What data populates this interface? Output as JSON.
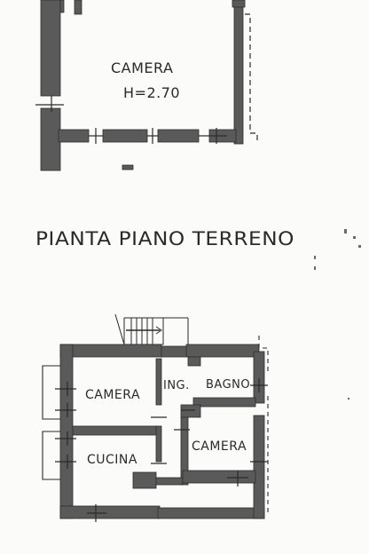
{
  "upper_plan": {
    "room_name": "CAMERA",
    "ceiling_height": "H=2.70"
  },
  "title": "PIANTA PIANO TERRENO",
  "lower_plan": {
    "rooms": {
      "camera_left": "CAMERA",
      "ingresso": "ING.",
      "bagno": "BAGNO",
      "cucina": "CUCINA",
      "camera_right": "CAMERA"
    }
  },
  "colors": {
    "wall": "#5a5a5a",
    "ink": "#2a2a2a",
    "paper": "#fbfbf9"
  }
}
